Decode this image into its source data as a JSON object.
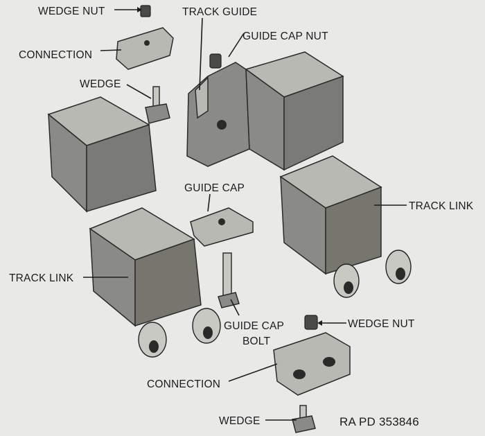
{
  "labels": {
    "wedge_nut_top": "WEDGE NUT",
    "track_guide": "TRACK GUIDE",
    "connection_top": "CONNECTION",
    "guide_cap_nut": "GUIDE CAP NUT",
    "wedge_top": "WEDGE",
    "guide_cap": "GUIDE CAP",
    "track_link_right": "TRACK LINK",
    "track_link_left": "TRACK LINK",
    "guide_cap_bolt_line1": "GUIDE CAP",
    "guide_cap_bolt_line2": "BOLT",
    "wedge_nut_bottom": "WEDGE NUT",
    "connection_bottom": "CONNECTION",
    "wedge_bottom": "WEDGE"
  },
  "figure_id": "RA PD 353846"
}
